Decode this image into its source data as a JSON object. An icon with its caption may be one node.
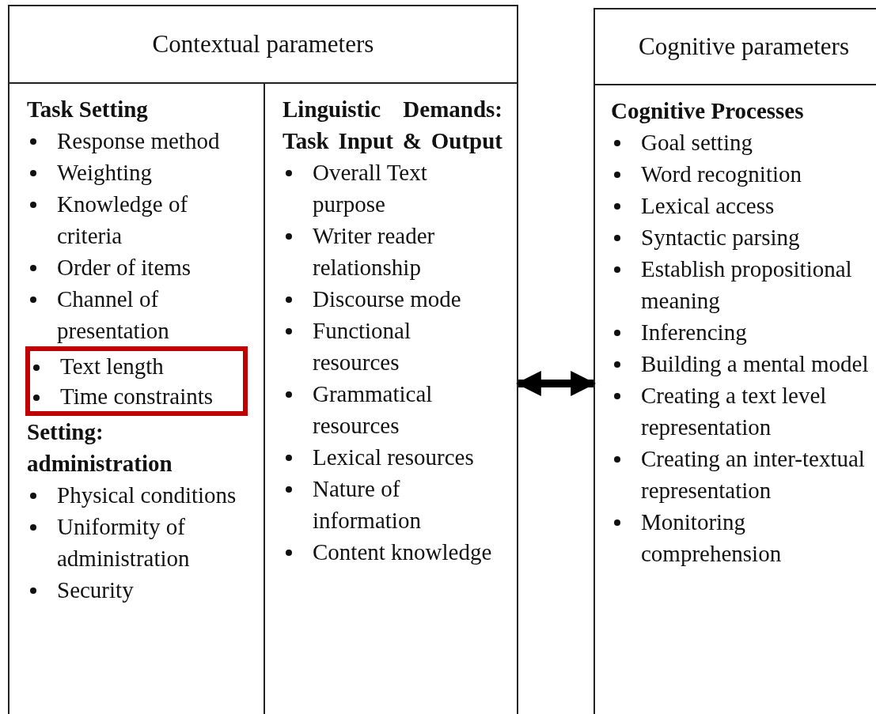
{
  "diagram": {
    "nodes": [
      {
        "text": [
          "Contextual parameters"
        ]
      },
      {
        "text": [
          "Task Setting",
          "Response method",
          "Weighting",
          "Knowledge of criteria",
          "Order of items",
          "Channel of presentation",
          "Setting: administration",
          "Physical conditions",
          "Uniformity of administration",
          "Security"
        ],
        "in": 0
      },
      {
        "text": [
          "Linguistic Demands: Task Input & Output",
          "Overall Text purpose",
          "Writer reader relationship",
          "Discourse mode",
          "Functional resources",
          "Grammatical resources",
          "Lexical resources",
          "Nature of information",
          "Content knowledge"
        ],
        "in": 0
      },
      {
        "text": [
          "Cognitive parameters",
          "Cognitive Processes",
          "Goal setting",
          "Word recognition",
          "Lexical access",
          "Syntactic parsing",
          "Establish propositional meaning",
          "Inferencing",
          "Building a mental model",
          "Creating a text level representation",
          "Creating an inter-textual representation",
          "Monitoring comprehension"
        ]
      },
      {
        "text": [
          "Text length",
          "Time constraints"
        ],
        "in": 1
      }
    ],
    "edges": [
      {
        "from": 0,
        "to": 3,
        "arrow": "both"
      }
    ]
  }
}
